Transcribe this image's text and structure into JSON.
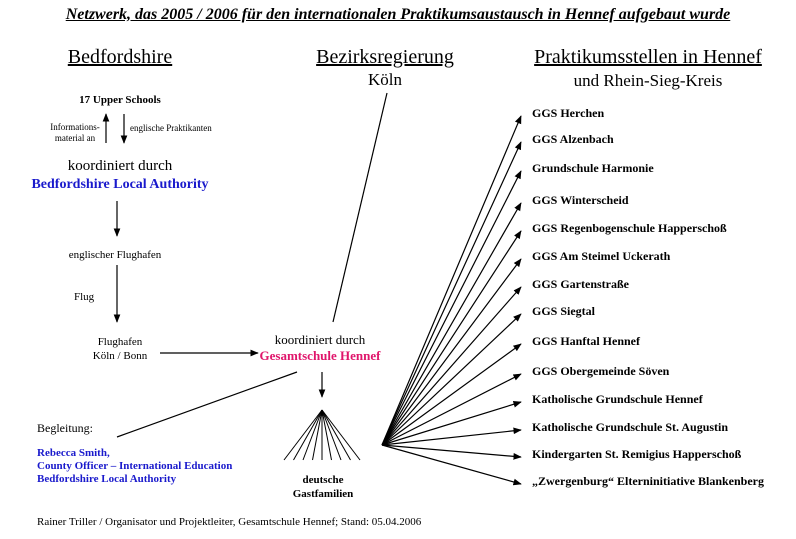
{
  "title": "Netzwerk, das 2005 / 2006 für den internationalen Praktikumsaustausch in Hennef aufgebaut wurde",
  "left": {
    "heading": "Bedfordshire",
    "upper_schools": "17 Upper Schools",
    "info_label_1": "Informations-",
    "info_label_2": "material an",
    "interns_label": "englische Praktikanten",
    "coordinated_by": "koordiniert durch",
    "authority": "Bedfordshire Local Authority",
    "airport_en": "englischer Flughafen",
    "flight": "Flug",
    "airport_de_1": "Flughafen",
    "airport_de_2": "Köln / Bonn"
  },
  "center": {
    "heading_1": "Bezirksregierung",
    "heading_2": "Köln",
    "coordinated_by": "koordiniert durch",
    "school": "Gesamtschule Hennef",
    "families_1": "deutsche",
    "families_2": "Gastfamilien"
  },
  "right": {
    "heading_1": "Praktikumsstellen in Hennef",
    "heading_2": "und Rhein-Sieg-Kreis",
    "schools": [
      "GGS Herchen",
      "GGS Alzenbach",
      "Grundschule Harmonie",
      "GGS Winterscheid",
      "GGS Regenbogenschule Happerschoß",
      "GGS Am Steimel Uckerath",
      "GGS Gartenstraße",
      "GGS Siegtal",
      "GGS Hanftal Hennef",
      "GGS Obergemeinde Söven",
      "Katholische Grundschule Hennef",
      "Katholische Grundschule St. Augustin",
      "Kindergarten St. Remigius Happerschoß",
      "„Zwergenburg“ Elterninitiative Blankenberg"
    ]
  },
  "escort": {
    "label": "Begleitung:",
    "name": "Rebecca Smith,",
    "role": "County Officer – International Education",
    "org": "Bedfordshire Local Authority"
  },
  "footer": "Rainer Triller / Organisator und Projektleiter, Gesamtschule Hennef; Stand: 05.04.2006"
}
